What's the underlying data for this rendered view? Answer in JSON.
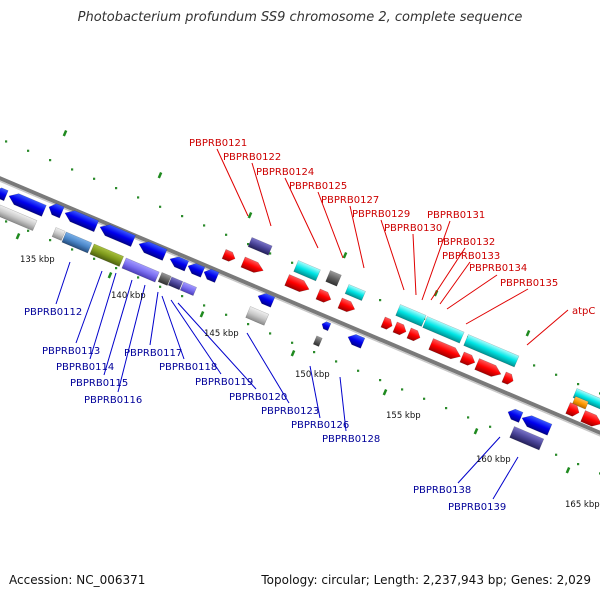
{
  "title": "Photobacterium profundum SS9 chromosome 2, complete sequence",
  "footer": {
    "accession": "Accession: NC_006371",
    "summary": "Topology: circular; Length: 2,237,943 bp; Genes: 2,029"
  },
  "kbp_ticks": [
    "135 kbp",
    "140 kbp",
    "145 kbp",
    "150 kbp",
    "155 kbp",
    "160 kbp",
    "165 kbp"
  ],
  "genes_top": [
    "PBPRB0121",
    "PBPRB0122",
    "PBPRB0124",
    "PBPRB0125",
    "PBPRB0127",
    "PBPRB0129",
    "PBPRB0130",
    "PBPRB0131",
    "PBPRB0132",
    "PBPRB0133",
    "PBPRB0134",
    "PBPRB0135",
    "atpC"
  ],
  "genes_bottom": [
    "PBPRB0112",
    "PBPRB0113",
    "PBPRB0114",
    "PBPRB0115",
    "PBPRB0116",
    "PBPRB0117",
    "PBPRB0118",
    "PBPRB0119",
    "PBPRB0120",
    "PBPRB0123",
    "PBPRB0126",
    "PBPRB0128",
    "PBPRB0138",
    "PBPRB0139"
  ],
  "colors": {
    "forward_label": "#cc0000",
    "reverse_label": "#000099",
    "red_gene": "#ff0000",
    "blue_gene": "#0000ee",
    "cyan_gene": "#00e5e5",
    "green_tick": "#228b22"
  }
}
